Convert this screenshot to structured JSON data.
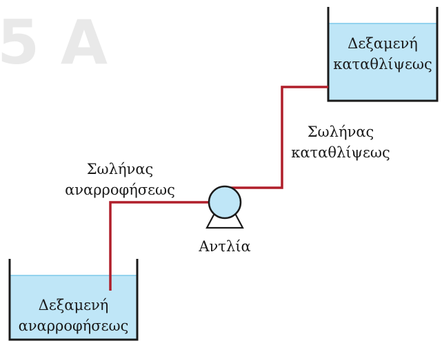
{
  "watermark": {
    "text": "5 A"
  },
  "tanks": {
    "discharge": {
      "line1": "Δεξαμενή",
      "line2": "καταθλίψεως"
    },
    "suction": {
      "line1": "Δεξαμενή",
      "line2": "αναρροφήσεως"
    }
  },
  "pipes": {
    "discharge": {
      "line1": "Σωλήνας",
      "line2": "καταθλίψεως"
    },
    "suction": {
      "line1": "Σωλήνας",
      "line2": "αναρροφήσεως"
    }
  },
  "pump": {
    "label": "Αντλία"
  },
  "colors": {
    "water": "#bfe6f7",
    "pipe": "#b01e2a",
    "outline": "#1a1a1a",
    "watermark": "#e9e9e9"
  }
}
